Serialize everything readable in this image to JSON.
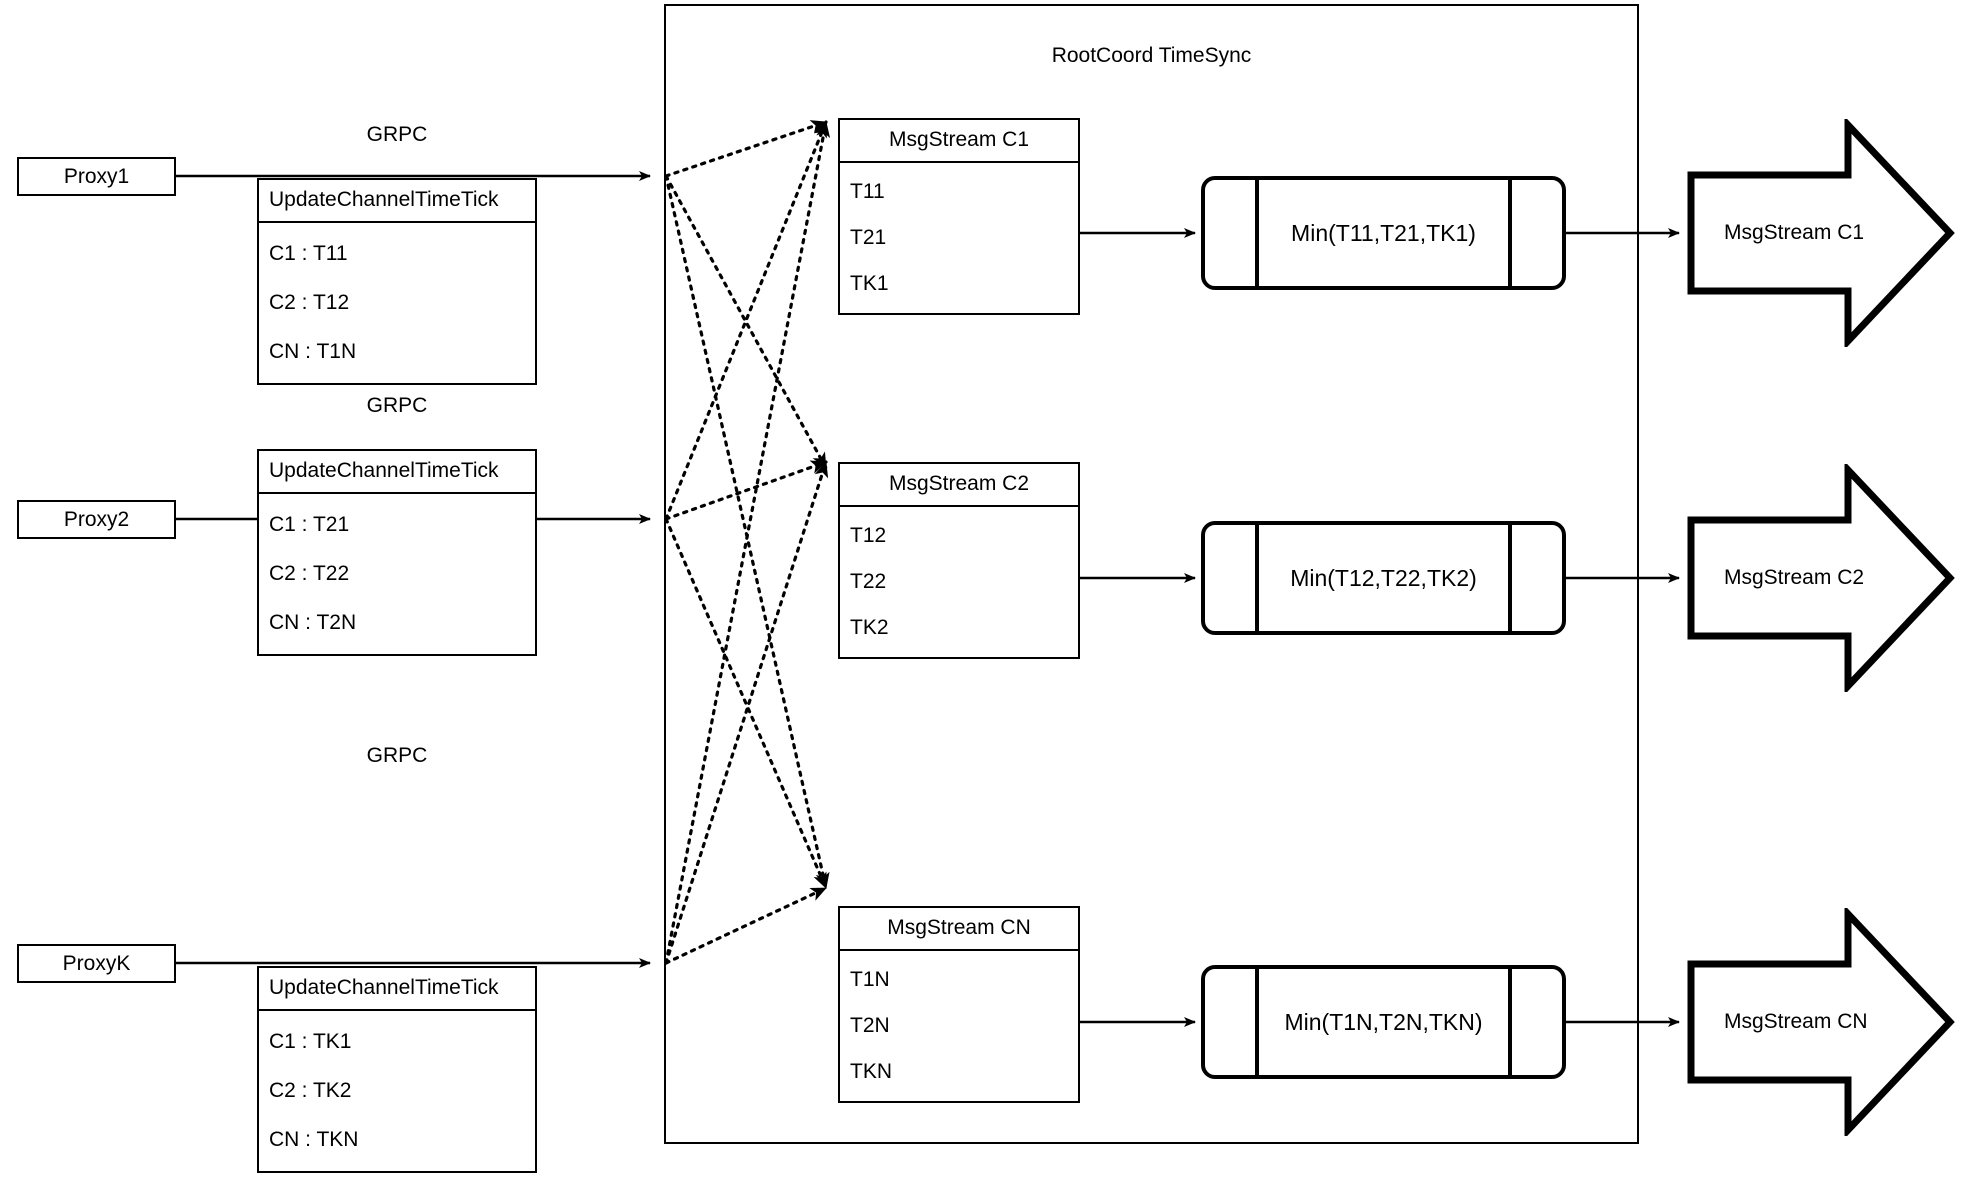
{
  "diagram": {
    "title": "RootCoord TimeSync",
    "container_label": "RootCoord TimeSync",
    "link_label": "GRPC",
    "colors": {
      "stroke": "#000000",
      "background": "#ffffff"
    }
  },
  "proxies": [
    {
      "name": "Proxy1",
      "link_label": "GRPC",
      "message": {
        "title": "UpdateChannelTimeTick",
        "rows": [
          "C1 :  T11",
          "C2 :  T12",
          "CN : T1N"
        ]
      }
    },
    {
      "name": "Proxy2",
      "link_label": "GRPC",
      "message": {
        "title": "UpdateChannelTimeTick",
        "rows": [
          "C1 :  T21",
          "C2 :  T22",
          "CN : T2N"
        ]
      }
    },
    {
      "name": "ProxyK",
      "link_label": "GRPC",
      "message": {
        "title": "UpdateChannelTimeTick",
        "rows": [
          "C1 :  TK1",
          "C2 :  TK2",
          "CN : TKN"
        ]
      }
    }
  ],
  "channels": [
    {
      "stream": {
        "title": "MsgStream C1",
        "rows": [
          "T11",
          "T21",
          "TK1"
        ]
      },
      "process_label": "Min(T11,T21,TK1)",
      "output_label": "MsgStream C1"
    },
    {
      "stream": {
        "title": "MsgStream C2",
        "rows": [
          "T12",
          "T22",
          "TK2"
        ]
      },
      "process_label": "Min(T12,T22,TK2)",
      "output_label": "MsgStream C2"
    },
    {
      "stream": {
        "title": "MsgStream CN",
        "rows": [
          "T1N",
          "T2N",
          "TKN"
        ]
      },
      "process_label": "Min(T1N,T2N,TKN)",
      "output_label": "MsgStream CN"
    }
  ]
}
